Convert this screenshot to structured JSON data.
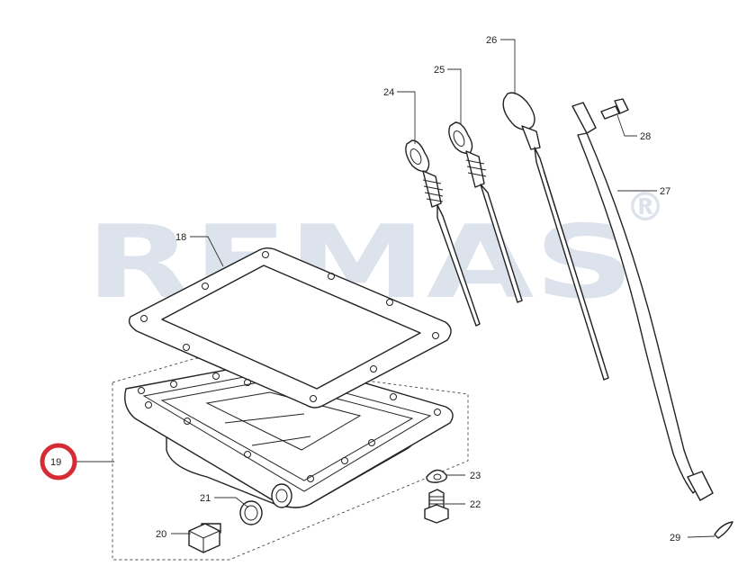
{
  "watermark": {
    "text": "REMAS",
    "mark": "®"
  },
  "highlight_color": "#d0141e",
  "callouts": {
    "p18": "18",
    "p19": "19",
    "p20": "20",
    "p21": "21",
    "p22": "22",
    "p23": "23",
    "p24": "24",
    "p25": "25",
    "p26": "26",
    "p27": "27",
    "p28": "28",
    "p29": "29"
  },
  "highlighted_callout": "19"
}
